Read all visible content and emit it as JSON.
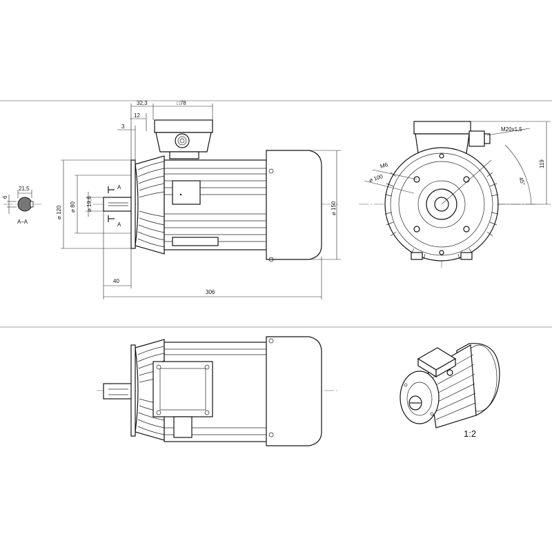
{
  "dimensions": {
    "d_32_3": "32,3",
    "box_78": "□78",
    "d_12": "12",
    "d_3": "3",
    "d_21_5": "21,5",
    "d_6": "6",
    "section": "A–A",
    "dia_120": "⌀ 120",
    "dia_80": "⌀ 80",
    "dia_19_6": "⌀ 19,6",
    "section_A_top": "A",
    "section_A_bottom": "A",
    "d_40": "40",
    "d_306": "306",
    "dia_150": "⌀ 150",
    "thread": "M20x1,5",
    "bolt": "M6",
    "dia_100": "⌀ 100",
    "angle_45": "45°",
    "d_119": "119"
  },
  "scale_label": "1:2"
}
